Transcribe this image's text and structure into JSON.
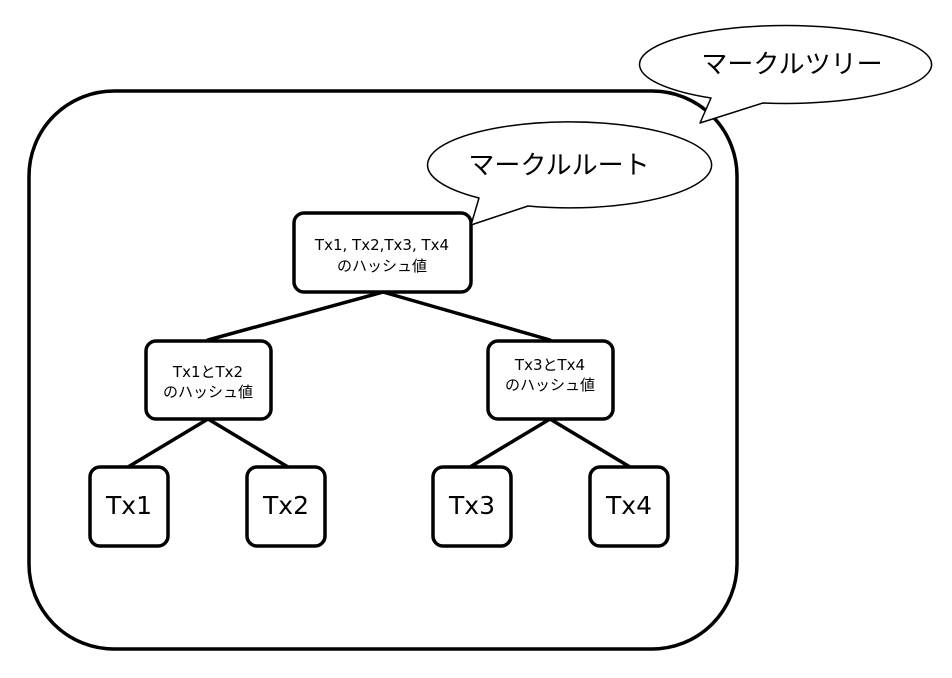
{
  "diagram": {
    "callouts": {
      "tree_label": "マークルツリー",
      "root_label": "マークルルート"
    },
    "nodes": {
      "root": {
        "line1": "Tx1, Tx2,Tx3, Tx4",
        "line2": "のハッシュ値"
      },
      "left": {
        "line1": "Tx1とTx2",
        "line2": "のハッシュ値"
      },
      "right": {
        "line1": "Tx3とTx4",
        "line2": "のハッシュ値"
      },
      "tx1": "Tx1",
      "tx2": "Tx2",
      "tx3": "Tx3",
      "tx4": "Tx4"
    }
  }
}
